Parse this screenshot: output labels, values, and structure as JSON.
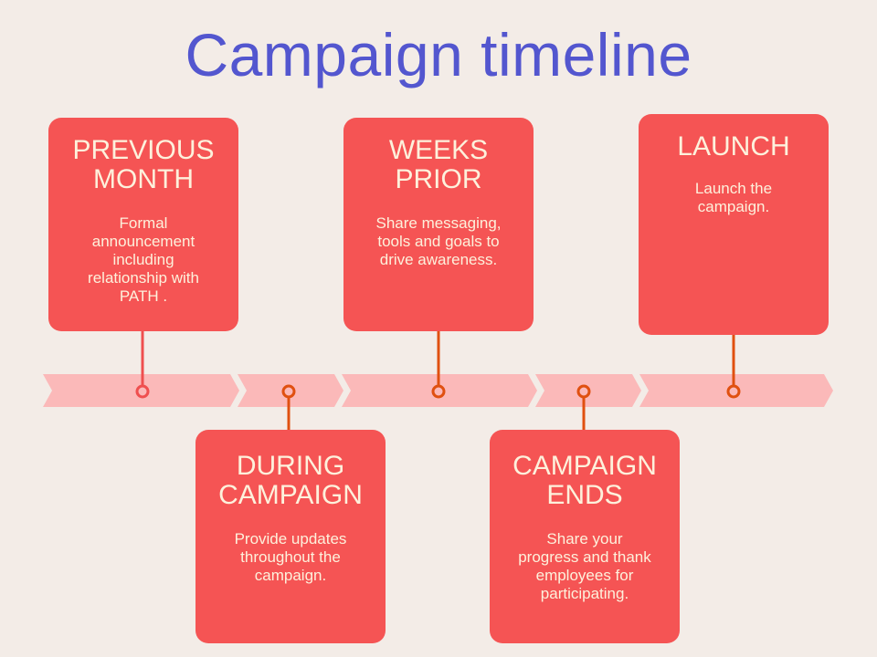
{
  "title": "Campaign timeline",
  "colors": {
    "background": "#f3ece7",
    "title": "#5356cf",
    "card": "#f55454",
    "card_text": "#fdf1dc",
    "band": "#fbb9b9",
    "connector_red": "#ef4f4f",
    "connector_orange": "#e05010"
  },
  "stages": [
    {
      "heading": "PREVIOUS MONTH",
      "heading_lines": [
        "PREVIOUS",
        "MONTH"
      ],
      "description": "Formal announcement including relationship with PATH .",
      "position": "above"
    },
    {
      "heading": "DURING CAMPAIGN",
      "heading_lines": [
        "DURING",
        "CAMPAIGN"
      ],
      "description": "Provide updates throughout the campaign.",
      "position": "below"
    },
    {
      "heading": "WEEKS PRIOR",
      "heading_lines": [
        "WEEKS",
        "PRIOR"
      ],
      "description": "Share messaging, tools and goals to drive awareness.",
      "position": "above"
    },
    {
      "heading": "CAMPAIGN ENDS",
      "heading_lines": [
        "CAMPAIGN",
        "ENDS"
      ],
      "description": "Share your progress and thank employees for participating.",
      "position": "below"
    },
    {
      "heading": "LAUNCH",
      "heading_lines": [
        "LAUNCH"
      ],
      "description": "Launch the campaign.",
      "position": "above"
    }
  ]
}
